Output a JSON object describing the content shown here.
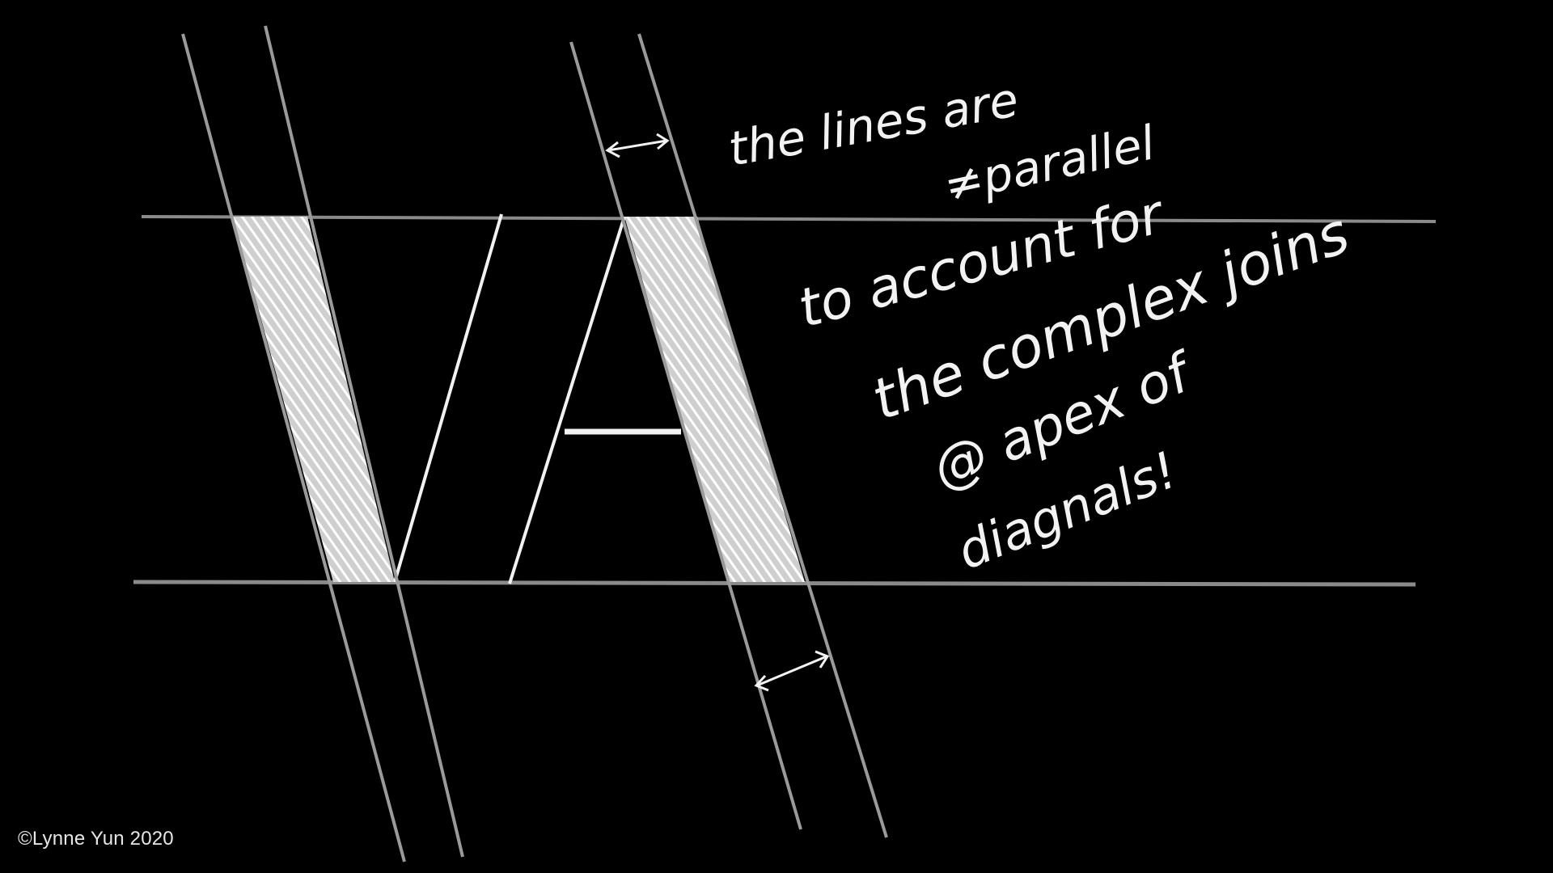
{
  "colors": {
    "background": "#000000",
    "guide_line": "#8a8a8a",
    "chalk": "#f2f2f2"
  },
  "annotations": {
    "line1": "the lines are",
    "line2": "≠parallel",
    "line3": "to account for",
    "line4": "the complex joins",
    "line5": "@ apex of",
    "line6": "diagnals!"
  },
  "credit": "©Lynne Yun 2020"
}
